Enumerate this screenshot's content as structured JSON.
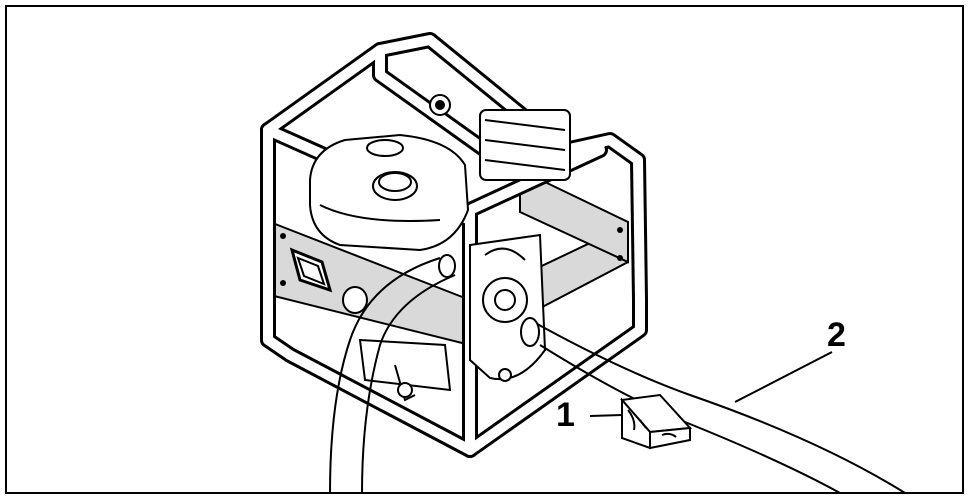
{
  "callouts": [
    {
      "label": "1",
      "part": "support-block"
    },
    {
      "label": "2",
      "part": "hose"
    }
  ],
  "colors": {
    "outline": "#000000",
    "panel_fill": "#d9d9d9",
    "background": "#ffffff"
  }
}
